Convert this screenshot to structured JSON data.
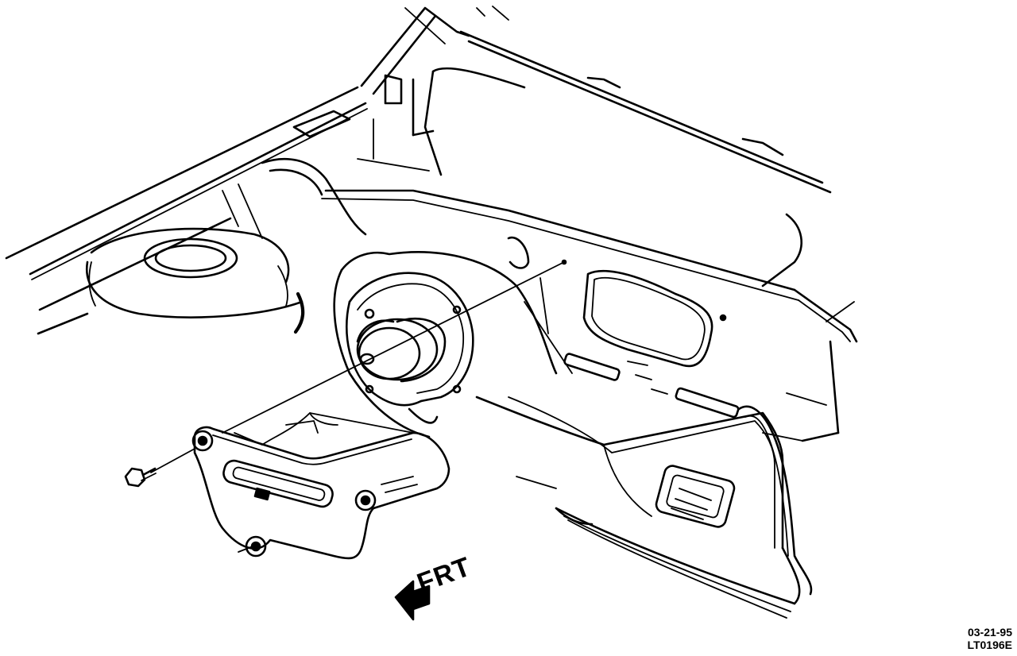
{
  "direction_label": "FRT",
  "figure_codes": {
    "date": "03-21-95",
    "number": "LT0196E"
  },
  "colors": {
    "ink": "#000000",
    "paper": "#ffffff"
  },
  "icons": {
    "front_arrow": "arrow-left-down-icon"
  }
}
